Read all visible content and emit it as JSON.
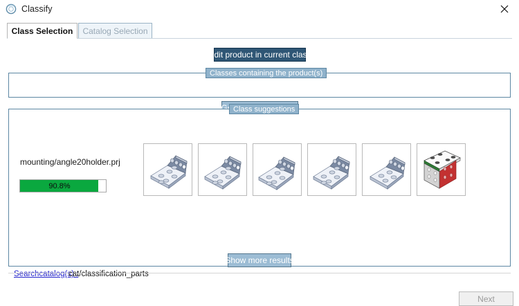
{
  "window": {
    "title": "Classify",
    "icon": "classify-circle-icon",
    "close_icon": "close-icon"
  },
  "tabs": [
    {
      "label": "Class Selection",
      "active": true
    },
    {
      "label": "Catalog Selection",
      "active": false
    }
  ],
  "actions": {
    "edit_product_label": "Edit product in current class",
    "get_pdm_label": "Get PDM information",
    "show_more_label": "Show more results",
    "next_label": "Next"
  },
  "groups": {
    "classes_legend": "Classes containing the product(s)",
    "suggestions_legend": "Class suggestions"
  },
  "product": {
    "name": "mounting/angle20holder.prj",
    "match_percent": "90.8%",
    "match_value": 90.8
  },
  "suggestions": [
    {
      "name": "angle-bracket-thumbnail-1",
      "variant": "gray"
    },
    {
      "name": "angle-bracket-thumbnail-2",
      "variant": "gray"
    },
    {
      "name": "angle-bracket-thumbnail-3",
      "variant": "gray"
    },
    {
      "name": "angle-bracket-thumbnail-4",
      "variant": "gray"
    },
    {
      "name": "angle-bracket-thumbnail-5",
      "variant": "gray"
    },
    {
      "name": "angle-bracket-thumbnail-6",
      "variant": "colored"
    }
  ],
  "footer": {
    "search_link_label": "Searchcatalog(s) :",
    "catalog_path": "cat/classification_parts"
  },
  "colors": {
    "accent_dark": "#2f5675",
    "accent_light": "#9cbcd4",
    "group_border": "#5d87a3",
    "progress_green": "#0aa83f",
    "link_blue": "#2222cc"
  }
}
